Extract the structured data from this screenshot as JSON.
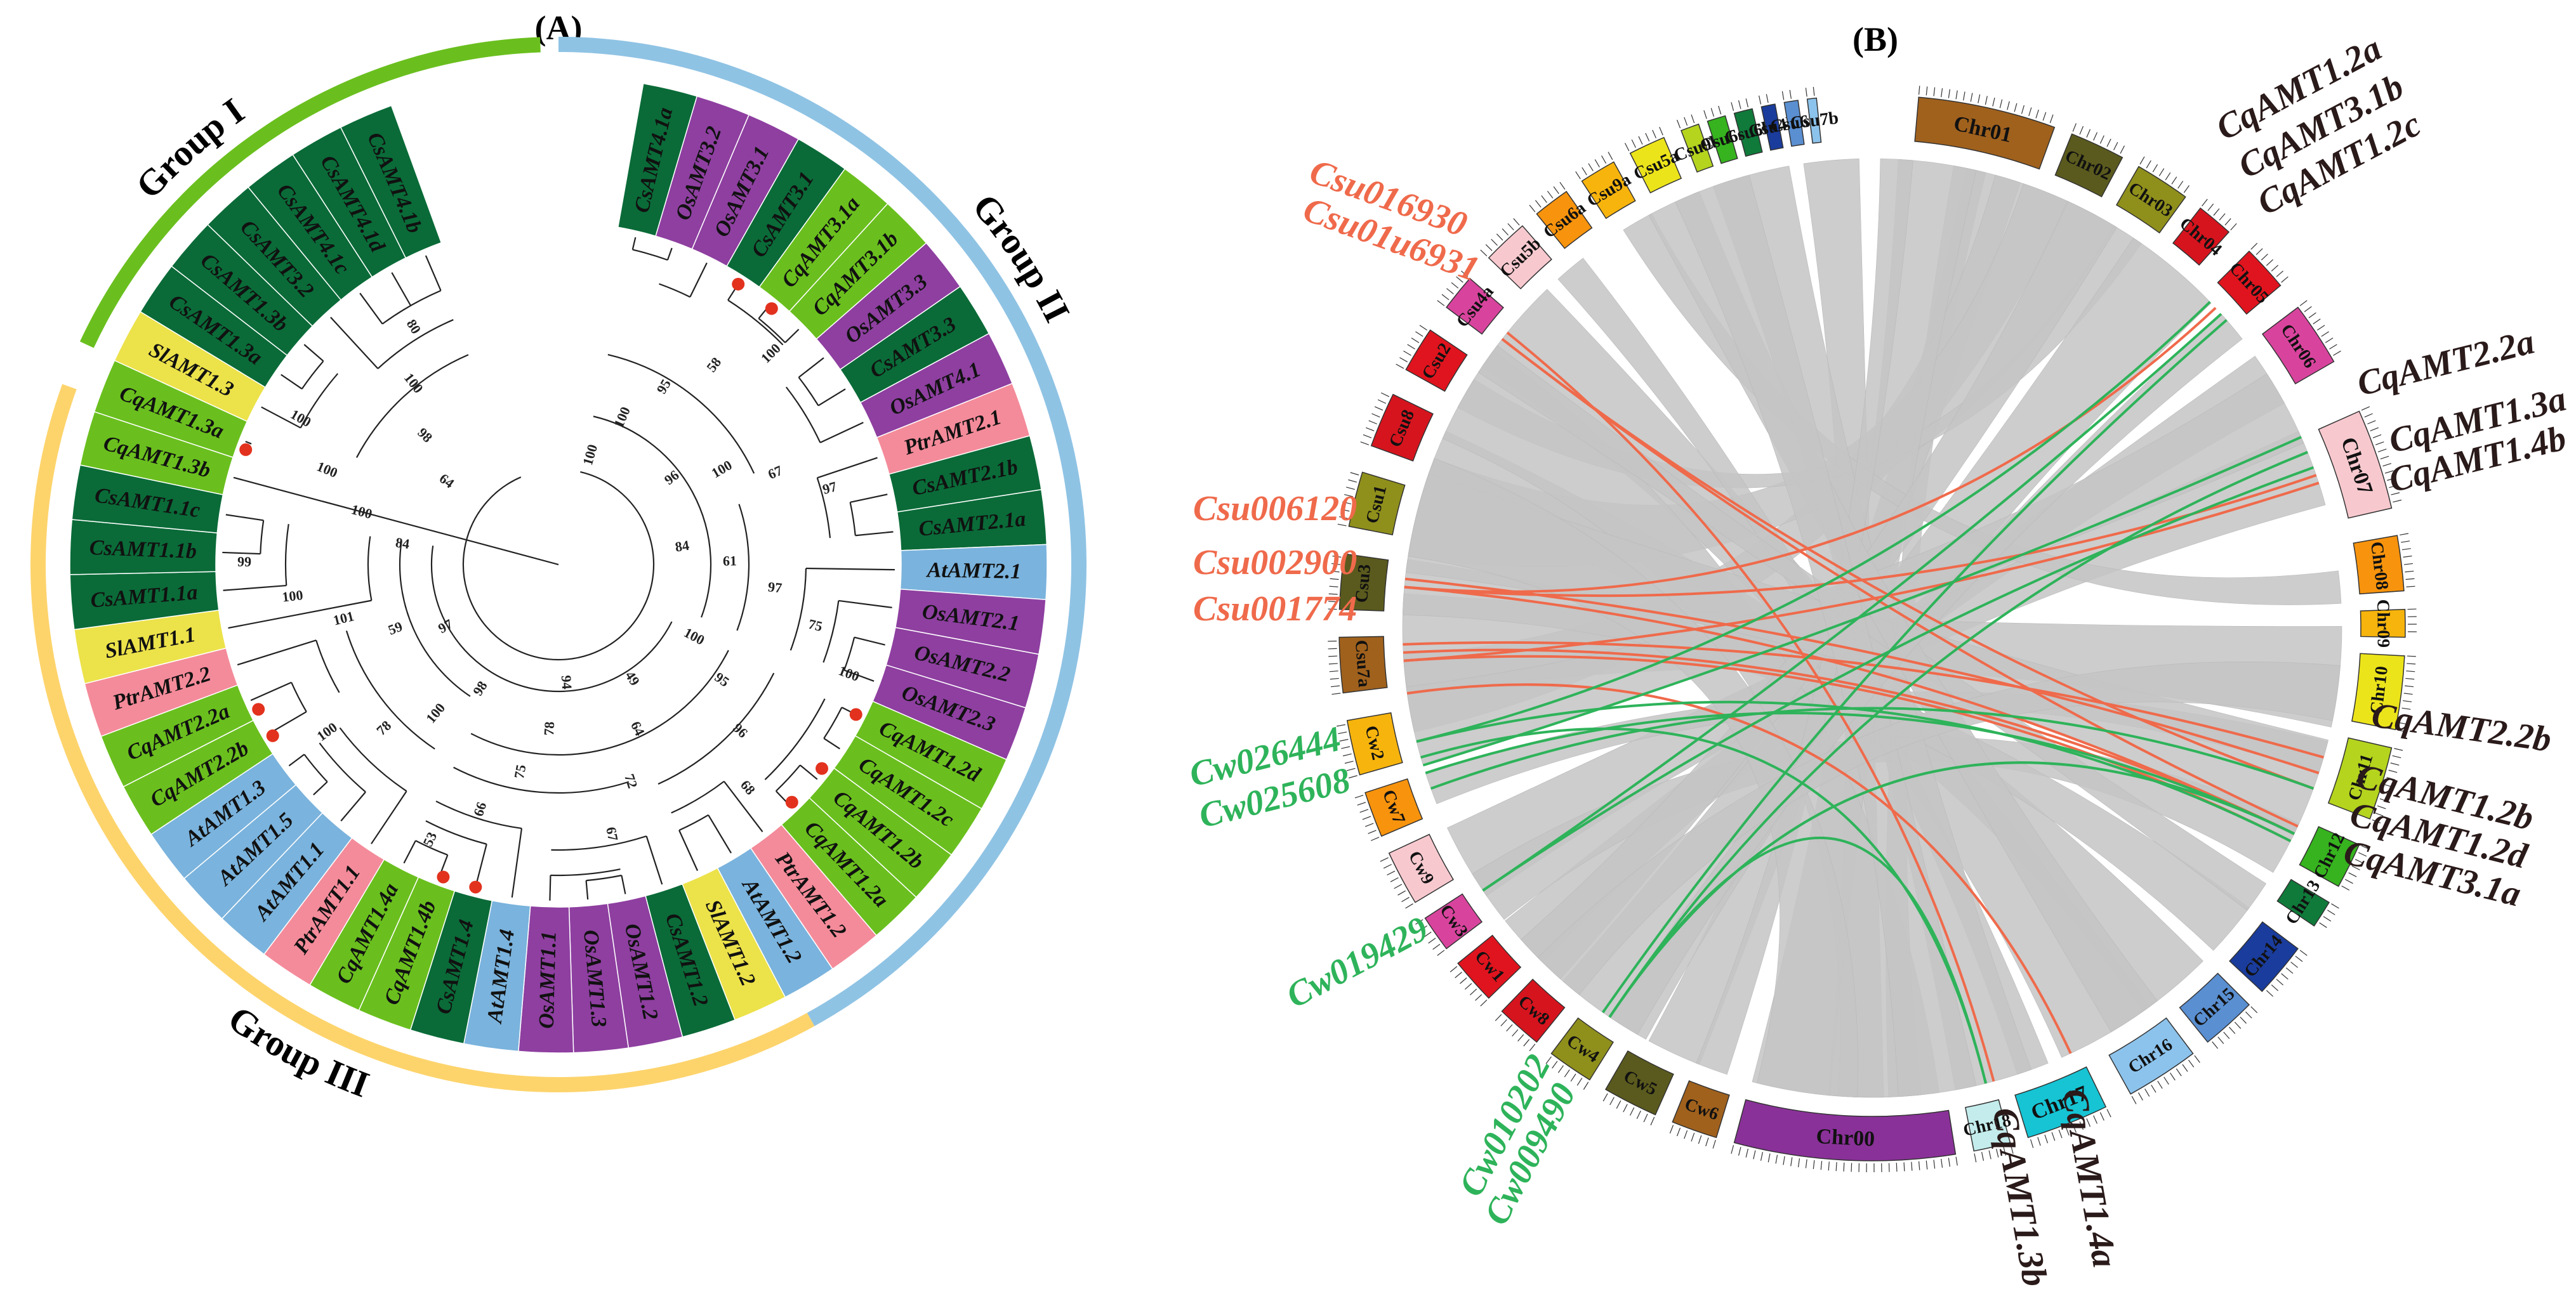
{
  "panel_a": {
    "label": "(A)",
    "groups": [
      {
        "name": "Group I",
        "color": "#6abf1e"
      },
      {
        "name": "Group II",
        "color": "#8fc3e4"
      },
      {
        "name": "Group III",
        "color": "#fdd46c"
      }
    ],
    "leaves": [
      {
        "name": "CsAMT4.1a",
        "color": "#0a6b38"
      },
      {
        "name": "OsAMT3.2",
        "color": "#8e3fa0"
      },
      {
        "name": "OsAMT3.1",
        "color": "#8e3fa0"
      },
      {
        "name": "CsAMT3.1",
        "color": "#0a6b38"
      },
      {
        "name": "CqAMT3.1a",
        "color": "#6abf1e"
      },
      {
        "name": "CqAMT3.1b",
        "color": "#6abf1e"
      },
      {
        "name": "OsAMT3.3",
        "color": "#8e3fa0"
      },
      {
        "name": "CsAMT3.3",
        "color": "#0a6b38"
      },
      {
        "name": "OsAMT4.1",
        "color": "#8e3fa0"
      },
      {
        "name": "PtrAMT2.1",
        "color": "#f48b9a"
      },
      {
        "name": "CsAMT2.1b",
        "color": "#0a6b38"
      },
      {
        "name": "CsAMT2.1a",
        "color": "#0a6b38"
      },
      {
        "name": "AtAMT2.1",
        "color": "#7ab3dd"
      },
      {
        "name": "OsAMT2.1",
        "color": "#8e3fa0"
      },
      {
        "name": "OsAMT2.2",
        "color": "#8e3fa0"
      },
      {
        "name": "OsAMT2.3",
        "color": "#8e3fa0"
      },
      {
        "name": "CqAMT1.2d",
        "color": "#6abf1e"
      },
      {
        "name": "CqAMT1.2c",
        "color": "#6abf1e"
      },
      {
        "name": "CqAMT1.2b",
        "color": "#6abf1e"
      },
      {
        "name": "CqAMT1.2a",
        "color": "#6abf1e"
      },
      {
        "name": "PtrAMT1.2",
        "color": "#f48b9a"
      },
      {
        "name": "AtAMT1.2",
        "color": "#7ab3dd"
      },
      {
        "name": "SlAMT1.2",
        "color": "#ece24a"
      },
      {
        "name": "CsAMT1.2",
        "color": "#0a6b38"
      },
      {
        "name": "OsAMT1.2",
        "color": "#8e3fa0"
      },
      {
        "name": "OsAMT1.3",
        "color": "#8e3fa0"
      },
      {
        "name": "OsAMT1.1",
        "color": "#8e3fa0"
      },
      {
        "name": "AtAMT1.4",
        "color": "#7ab3dd"
      },
      {
        "name": "CsAMT1.4",
        "color": "#0a6b38"
      },
      {
        "name": "CqAMT1.4b",
        "color": "#6abf1e"
      },
      {
        "name": "CqAMT1.4a",
        "color": "#6abf1e"
      },
      {
        "name": "PtrAMT1.1",
        "color": "#f48b9a"
      },
      {
        "name": "AtAMT1.1",
        "color": "#7ab3dd"
      },
      {
        "name": "AtAMT1.5",
        "color": "#7ab3dd"
      },
      {
        "name": "AtAMT1.3",
        "color": "#7ab3dd"
      },
      {
        "name": "CqAMT2.2b",
        "color": "#6abf1e"
      },
      {
        "name": "CqAMT2.2a",
        "color": "#6abf1e"
      },
      {
        "name": "PtrAMT2.2",
        "color": "#f48b9a"
      },
      {
        "name": "SlAMT1.1",
        "color": "#ece24a"
      },
      {
        "name": "CsAMT1.1a",
        "color": "#0a6b38"
      },
      {
        "name": "CsAMT1.1b",
        "color": "#0a6b38"
      },
      {
        "name": "CsAMT1.1c",
        "color": "#0a6b38"
      },
      {
        "name": "CqAMT1.3b",
        "color": "#6abf1e"
      },
      {
        "name": "CqAMT1.3a",
        "color": "#6abf1e"
      },
      {
        "name": "SlAMT1.3",
        "color": "#ece24a"
      },
      {
        "name": "CsAMT1.3a",
        "color": "#0a6b38"
      },
      {
        "name": "CsAMT1.3b",
        "color": "#0a6b38"
      },
      {
        "name": "CsAMT3.2",
        "color": "#0a6b38"
      },
      {
        "name": "CsAMT4.1c",
        "color": "#0a6b38"
      },
      {
        "name": "CsAMT4.1d",
        "color": "#0a6b38"
      },
      {
        "name": "CsAMT4.1b",
        "color": "#0a6b38"
      }
    ],
    "bootstrap_values": [
      "100",
      "100",
      "95",
      "58",
      "100",
      "96",
      "100",
      "67",
      "97",
      "84",
      "61",
      "97",
      "75",
      "100",
      "100",
      "95",
      "96",
      "68",
      "49",
      "64",
      "72",
      "67",
      "94",
      "78",
      "75",
      "66",
      "53",
      "98",
      "100",
      "78",
      "100",
      "97",
      "59",
      "101",
      "100",
      "99",
      "84",
      "100",
      "100",
      "100",
      "64",
      "98",
      "100",
      "80"
    ]
  },
  "panel_b": {
    "label": "(B)",
    "chromosomes": [
      {
        "name": "Chr01",
        "color": "#a0611d"
      },
      {
        "name": "Chr02",
        "color": "#5a5a1e"
      },
      {
        "name": "Chr03",
        "color": "#8f8f1c"
      },
      {
        "name": "Chr04",
        "color": "#d6141e"
      },
      {
        "name": "Chr05",
        "color": "#e0141e"
      },
      {
        "name": "Chr06",
        "color": "#d8449d"
      },
      {
        "name": "Chr07",
        "color": "#f7c9cf"
      },
      {
        "name": "Chr08",
        "color": "#f7930d"
      },
      {
        "name": "Chr09",
        "color": "#f7b40d"
      },
      {
        "name": "Chr10",
        "color": "#ece41a"
      },
      {
        "name": "Chr11",
        "color": "#b4d41e"
      },
      {
        "name": "Chr12",
        "color": "#36b31e"
      },
      {
        "name": "Chr13",
        "color": "#0f7a3a"
      },
      {
        "name": "Chr14",
        "color": "#1a3c9c"
      },
      {
        "name": "Chr15",
        "color": "#5a8fd1"
      },
      {
        "name": "Chr16",
        "color": "#8cc3ec"
      },
      {
        "name": "Chr17",
        "color": "#16c4d4"
      },
      {
        "name": "Chr18",
        "color": "#c4ecec"
      },
      {
        "name": "Chr00",
        "color": "#8a3199"
      },
      {
        "name": "Cw6",
        "color": "#a0611d"
      },
      {
        "name": "Cw5",
        "color": "#5a5a1e"
      },
      {
        "name": "Cw4",
        "color": "#8f8f1c"
      },
      {
        "name": "Cw8",
        "color": "#d6141e"
      },
      {
        "name": "Cw1",
        "color": "#e0141e"
      },
      {
        "name": "Cw3",
        "color": "#d8449d"
      },
      {
        "name": "Cw9",
        "color": "#f7c9cf"
      },
      {
        "name": "Cw7",
        "color": "#f7930d"
      },
      {
        "name": "Cw2",
        "color": "#f7b40d"
      },
      {
        "name": "Csu7a",
        "color": "#a0611d"
      },
      {
        "name": "Csu3",
        "color": "#5a5a1e"
      },
      {
        "name": "Csu1",
        "color": "#8f8f1c"
      },
      {
        "name": "Csu8",
        "color": "#d6141e"
      },
      {
        "name": "Csu2",
        "color": "#e0141e"
      },
      {
        "name": "Csu4a",
        "color": "#d8449d"
      },
      {
        "name": "Csu5b",
        "color": "#f7c9cf"
      },
      {
        "name": "Csu6a",
        "color": "#f7930d"
      },
      {
        "name": "Csu9a",
        "color": "#f7b40d"
      },
      {
        "name": "Csu5a",
        "color": "#ece41a"
      },
      {
        "name": "Csu9b",
        "color": "#b4d41e"
      },
      {
        "name": "Csu6c",
        "color": "#36b31e"
      },
      {
        "name": "Csu6b",
        "color": "#0f7a3a"
      },
      {
        "name": "Csu4b",
        "color": "#1a3c9c"
      },
      {
        "name": "Csu6d",
        "color": "#5a8fd1"
      },
      {
        "name": "Csu7b",
        "color": "#8cc3ec"
      }
    ],
    "gene_labels_right": [
      "CqAMT1.2a",
      "CqAMT3.1b",
      "CqAMT1.2c",
      "CqAMT2.2a",
      "CqAMT1.3a",
      "CqAMT1.4b",
      "CqAMT2.2b",
      "CqAMT1.2b",
      "CqAMT1.2d",
      "CqAMT3.1a"
    ],
    "gene_labels_bottom": [
      "CqAMT1.3b",
      "CqAMT1.4a"
    ],
    "gene_labels_csu": [
      "Csu016930",
      "Csu01u6931",
      "Csu006120",
      "Csu002900",
      "Csu001774"
    ],
    "gene_labels_cw": [
      "Cw026444",
      "Cw025608",
      "Cw019429",
      "Cw010202",
      "Cw009490"
    ],
    "colors": {
      "csu_link": "#ef6a4b",
      "cw_link": "#2eb35a",
      "synteny": "#c4c4c4",
      "cq_label": "#2a1a1a"
    }
  }
}
